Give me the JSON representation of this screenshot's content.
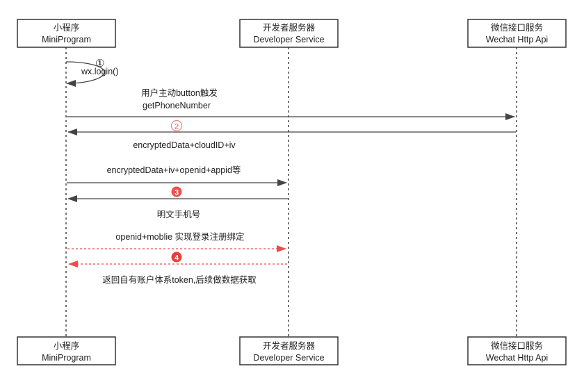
{
  "participants": [
    {
      "id": "mini",
      "title": "小程序",
      "subtitle": "MiniProgram"
    },
    {
      "id": "dev",
      "title": "开发者服务器",
      "subtitle": "Developer Service"
    },
    {
      "id": "wx",
      "title": "微信接口服务",
      "subtitle": "Wechat Http Api"
    }
  ],
  "steps": {
    "s1": {
      "number": "①",
      "label": "wx.login()"
    },
    "s2": {
      "number": "2",
      "top_label_1": "用户主动button触发",
      "top_label_2": "getPhoneNumber",
      "bottom_label": "encryptedData+cloudID+iv"
    },
    "s3": {
      "number": "3",
      "top_label": "encryptedData+iv+openid+appid等",
      "bottom_label": "明文手机号"
    },
    "s4": {
      "number": "4",
      "top_label": "openid+moblie 实现登录注册绑定",
      "bottom_label": "返回自有账户体系token,后续做数据获取"
    }
  },
  "colors": {
    "line": "#444444",
    "dashed_red": "#f04a4a",
    "badge_red": "#ee4444",
    "badge_outline": "#f0a0a0"
  }
}
